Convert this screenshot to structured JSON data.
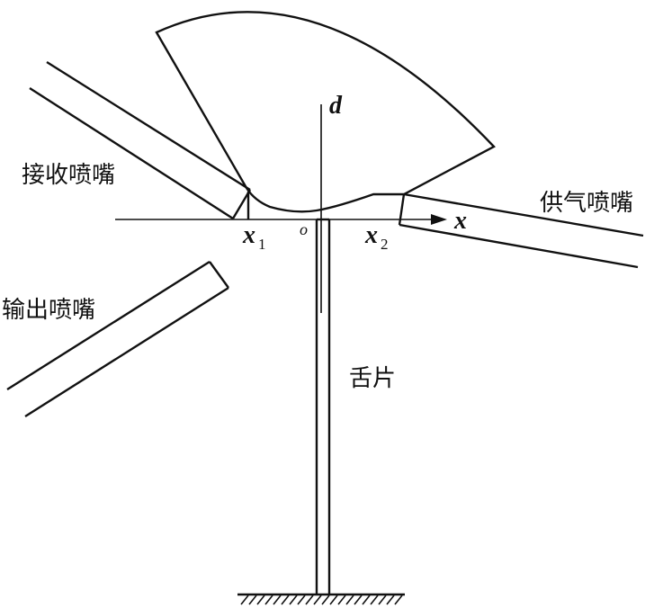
{
  "labels": {
    "receiving_nozzle": "接收喷嘴",
    "supply_nozzle": "供气喷嘴",
    "output_nozzle": "输出喷嘴",
    "reed": "舌片",
    "axis_d": "d",
    "axis_x": "x",
    "origin": "o",
    "x1_main": "x",
    "x1_sub": "1",
    "x2_main": "x",
    "x2_sub": "2"
  }
}
